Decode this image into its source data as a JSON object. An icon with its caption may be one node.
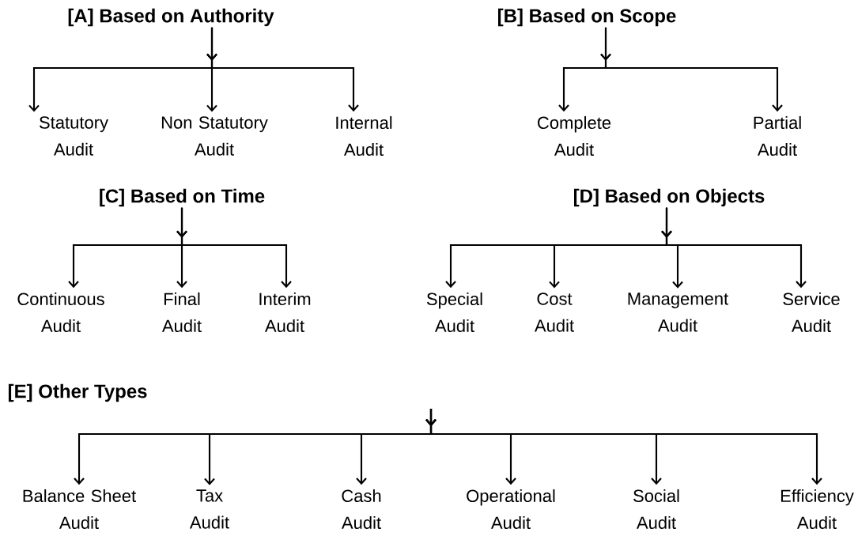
{
  "diagram": {
    "nodes": [
      {
        "text": [
          "[A] Based on Authority"
        ]
      },
      {
        "text": [
          "Statutory Audit"
        ]
      },
      {
        "text": [
          "Non Statutory Audit"
        ]
      },
      {
        "text": [
          "Internal Audit"
        ]
      },
      {
        "text": [
          "[B] Based on Scope"
        ]
      },
      {
        "text": [
          "Complete Audit"
        ]
      },
      {
        "text": [
          "Partial Audit"
        ]
      },
      {
        "text": [
          "[C] Based on Time"
        ]
      },
      {
        "text": [
          "Continuous Audit"
        ]
      },
      {
        "text": [
          "Final Audit"
        ]
      },
      {
        "text": [
          "Interim Audit"
        ]
      },
      {
        "text": [
          "[D] Based on Objects"
        ]
      },
      {
        "text": [
          "Special Audit"
        ]
      },
      {
        "text": [
          "Cost Audit"
        ]
      },
      {
        "text": [
          "Management Audit"
        ]
      },
      {
        "text": [
          "Service Audit"
        ]
      },
      {
        "text": [
          "[E] Other Types"
        ]
      },
      {
        "text": [
          "Balance Sheet Audit"
        ]
      },
      {
        "text": [
          "Tax Audit"
        ]
      },
      {
        "text": [
          "Cash Audit"
        ]
      },
      {
        "text": [
          "Operational Audit"
        ]
      },
      {
        "text": [
          "Social Audit"
        ]
      },
      {
        "text": [
          "Efficiency Audit"
        ]
      }
    ],
    "edges": [
      {
        "from": 0,
        "to": 1,
        "arrow": "to"
      },
      {
        "from": 0,
        "to": 2,
        "arrow": "to"
      },
      {
        "from": 0,
        "to": 3,
        "arrow": "to"
      },
      {
        "from": 4,
        "to": 5,
        "arrow": "to"
      },
      {
        "from": 4,
        "to": 6,
        "arrow": "to"
      },
      {
        "from": 7,
        "to": 8,
        "arrow": "to"
      },
      {
        "from": 7,
        "to": 9,
        "arrow": "to"
      },
      {
        "from": 7,
        "to": 10,
        "arrow": "to"
      },
      {
        "from": 11,
        "to": 12,
        "arrow": "to"
      },
      {
        "from": 11,
        "to": 13,
        "arrow": "to"
      },
      {
        "from": 11,
        "to": 14,
        "arrow": "to"
      },
      {
        "from": 11,
        "to": 15,
        "arrow": "to"
      },
      {
        "from": null,
        "to": 17,
        "arrow": "to"
      },
      {
        "from": null,
        "to": 18,
        "arrow": "to"
      },
      {
        "from": null,
        "to": 19,
        "arrow": "to"
      },
      {
        "from": null,
        "to": 20,
        "arrow": "to"
      },
      {
        "from": null,
        "to": 21,
        "arrow": "to"
      },
      {
        "from": null,
        "to": 22,
        "arrow": "to"
      }
    ]
  }
}
